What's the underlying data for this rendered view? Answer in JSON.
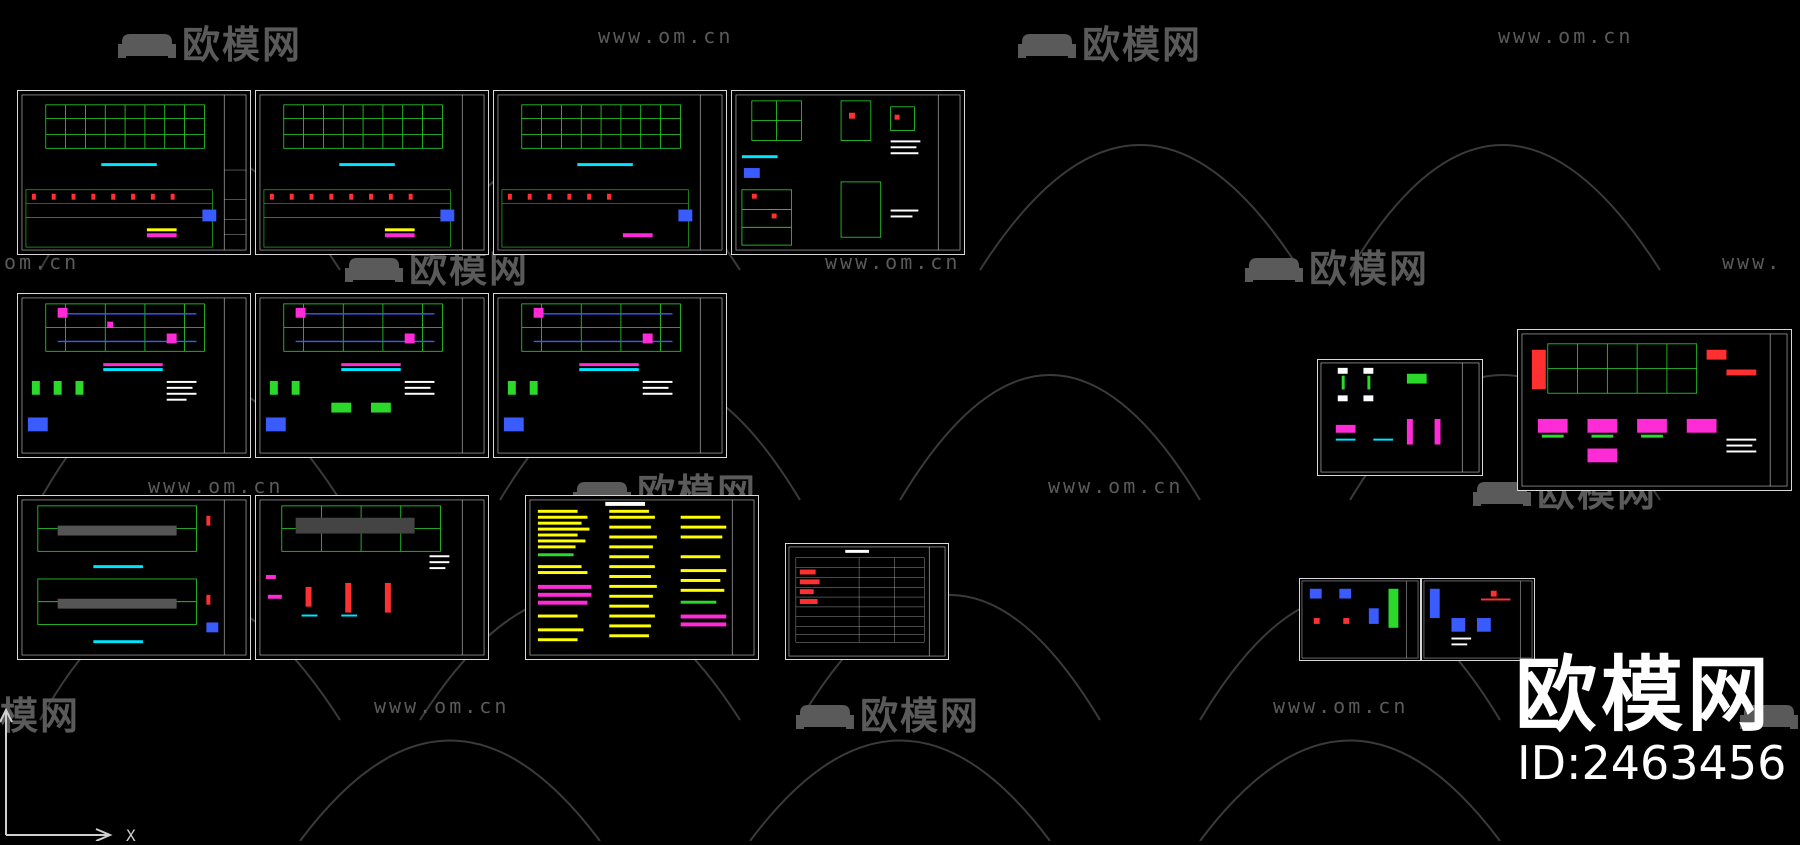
{
  "watermark": {
    "brand": "欧模网",
    "url": "www.om.cn",
    "partial_brand": "模网",
    "partial_url": "om.cn",
    "partial_url_right": "www.",
    "partial_brand_right": "欧"
  },
  "overlay": {
    "brand": "欧模网",
    "id_text": "ID:2463456"
  },
  "ucs": {
    "x_label": "X"
  },
  "colors": {
    "background": "#000000",
    "sheet_border": "#d8d8d8",
    "grid_green": "#2bd92b",
    "cyan": "#00e5ff",
    "magenta": "#ff2bd6",
    "red": "#ff3030",
    "yellow": "#ffff00",
    "blue": "#3a5cff",
    "watermark": "#5a5a5a"
  }
}
